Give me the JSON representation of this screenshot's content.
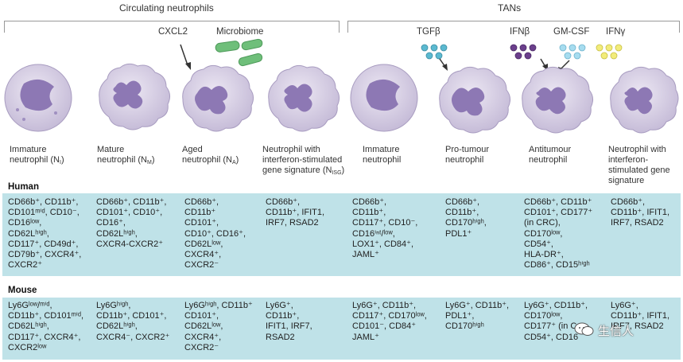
{
  "groups": {
    "circulating": "Circulating neutrophils",
    "tans": "TANs"
  },
  "stimuli": {
    "cxcl2": "CXCL2",
    "microbiome": "Microbiome",
    "tgfb": "TGFβ",
    "ifnb": "IFNβ",
    "gmcsf": "GM-CSF",
    "ifng": "IFNγ"
  },
  "colors": {
    "band": "#bfe2e8",
    "cell_body": "#dcd4e8",
    "nucleus": "#8d78b4",
    "microbiome": "#6fbf7a",
    "tgfb": "#5bb9d0",
    "ifnb": "#6b3f8c",
    "gmcsf": "#a6dcef",
    "ifng": "#f2ec7a"
  },
  "cells": [
    {
      "name": "Immature",
      "name2": "neutrophil (N",
      "sub": "I",
      "suffix": ")"
    },
    {
      "name": "Mature",
      "name2": "neutrophil (N",
      "sub": "M",
      "suffix": ")"
    },
    {
      "name": "Aged",
      "name2": "neutrophil (N",
      "sub": "A",
      "suffix": ")"
    },
    {
      "name": "Neutrophil with interferon-stimulated gene signature (N",
      "sub": "ISG",
      "suffix": ")"
    },
    {
      "name": "Immature",
      "name2": "neutrophil",
      "sub": "",
      "suffix": ""
    },
    {
      "name": "Pro-tumour",
      "name2": "neutrophil",
      "sub": "",
      "suffix": ""
    },
    {
      "name": "Antitumour",
      "name2": "neutrophil",
      "sub": "",
      "suffix": ""
    },
    {
      "name": "Neutrophil with interferon-stimulated gene signature",
      "sub": "",
      "suffix": ""
    }
  ],
  "rows": {
    "human": "Human",
    "mouse": "Mouse"
  },
  "human_markers": [
    "CD66b⁺, CD11b⁺,\nCD101ᵐⁱᵈ, CD10⁻,\nCD16ˡᵒʷ,\nCD62Lʰⁱᵍʰ,\nCD117⁺, CD49d⁺,\nCD79b⁺, CXCR4⁺,\nCXCR2⁺",
    "CD66b⁺, CD11b⁺,\nCD101⁺, CD10⁺,\nCD16⁺,\nCD62Lʰⁱᵍʰ,\nCXCR4-CXCR2⁺",
    "CD66b⁺,\nCD11b⁺\nCD101⁺,\nCD10⁺, CD16⁺,\nCD62Lˡᵒʷ,\nCXCR4⁺,\nCXCR2⁻",
    "CD66b⁺,\nCD11b⁺, IFIT1,\nIRF7, RSAD2",
    "CD66b⁺,\nCD11b⁺,\nCD117⁺, CD10⁻,\nCD16ⁱⁿᵗ/ˡᵒʷ,\nLOX1⁺, CD84⁺,\nJAML⁺",
    "CD66b⁺,\nCD11b⁺,\nCD170ʰⁱᵍʰ,\nPDL1⁺",
    "CD66b⁺, CD11b⁺\nCD101⁺, CD177⁺\n(in CRC),\nCD170ˡᵒʷ,\nCD54⁺,\nHLA-DR⁺,\nCD86⁺, CD15ʰⁱᵍʰ",
    "CD66b⁺,\nCD11b⁺, IFIT1,\nIRF7, RSAD2"
  ],
  "mouse_markers": [
    "Ly6Gˡᵒʷ/ᵐⁱᵈ,\nCD11b⁺, CD101ᵐⁱᵈ,\nCD62Lʰⁱᵍʰ,\nCD117⁺, CXCR4⁺,\nCXCR2ˡᵒʷ",
    "Ly6Gʰⁱᵍʰ,\nCD11b⁺, CD101⁺,\nCD62Lʰⁱᵍʰ,\nCXCR4⁻, CXCR2⁺",
    "Ly6Gʰⁱᵍʰ, CD11b⁺\nCD101⁺,\nCD62Lˡᵒʷ,\nCXCR4⁺,\nCXCR2⁻",
    "Ly6G⁺,\nCD11b⁺,\nIFIT1, IRF7,\nRSAD2",
    "Ly6G⁺, CD11b⁺,\nCD117⁺, CD170ˡᵒʷ,\nCD101⁻, CD84⁺\nJAML⁺",
    "Ly6G⁺, CD11b⁺,\nPDL1⁺,\nCD170ʰⁱᵍʰ",
    "Ly6G⁺, CD11b⁺,\nCD170ˡᵒʷ,\nCD177⁺ (in C\nCD54⁺, CD16",
    "Ly6G⁺,\nCD11b⁺, IFIT1,\nIRF7, RSAD2"
  ],
  "watermark": "生信人"
}
